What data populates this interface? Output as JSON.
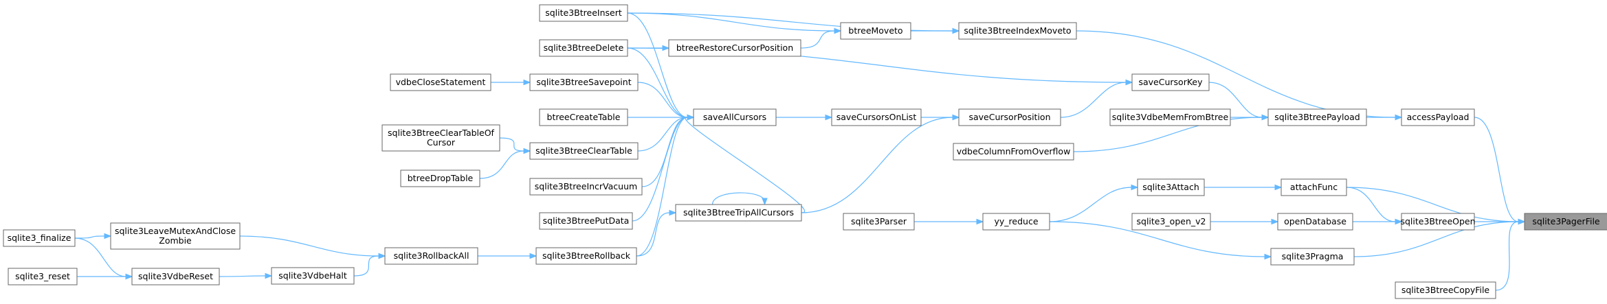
{
  "graph": {
    "nodes": [
      {
        "id": "sqlite3PagerFile",
        "lines": [
          "sqlite3PagerFile"
        ],
        "highlight": true
      },
      {
        "id": "accessPayload",
        "lines": [
          "accessPayload"
        ]
      },
      {
        "id": "sqlite3BtreeIndexMoveto",
        "lines": [
          "sqlite3BtreeIndexMoveto"
        ]
      },
      {
        "id": "btreeMoveto",
        "lines": [
          "btreeMoveto"
        ]
      },
      {
        "id": "sqlite3BtreeInsert",
        "lines": [
          "sqlite3BtreeInsert"
        ]
      },
      {
        "id": "btreeRestoreCursorPosition",
        "lines": [
          "btreeRestoreCursorPosition"
        ]
      },
      {
        "id": "sqlite3BtreeDelete",
        "lines": [
          "sqlite3BtreeDelete"
        ]
      },
      {
        "id": "sqlite3BtreePayload",
        "lines": [
          "sqlite3BtreePayload"
        ]
      },
      {
        "id": "saveCursorKey",
        "lines": [
          "saveCursorKey"
        ]
      },
      {
        "id": "saveCursorPosition",
        "lines": [
          "saveCursorPosition"
        ]
      },
      {
        "id": "saveCursorsOnList",
        "lines": [
          "saveCursorsOnList"
        ]
      },
      {
        "id": "saveAllCursors",
        "lines": [
          "saveAllCursors"
        ]
      },
      {
        "id": "sqlite3BtreeSavepoint",
        "lines": [
          "sqlite3BtreeSavepoint"
        ]
      },
      {
        "id": "vdbeCloseStatement",
        "lines": [
          "vdbeCloseStatement"
        ]
      },
      {
        "id": "btreeCreateTable",
        "lines": [
          "btreeCreateTable"
        ]
      },
      {
        "id": "sqlite3BtreeClearTable",
        "lines": [
          "sqlite3BtreeClearTable"
        ]
      },
      {
        "id": "sqlite3BtreeClearTableOfCursor",
        "lines": [
          "sqlite3BtreeClearTableOf",
          "Cursor"
        ]
      },
      {
        "id": "btreeDropTable",
        "lines": [
          "btreeDropTable"
        ]
      },
      {
        "id": "sqlite3BtreeIncrVacuum",
        "lines": [
          "sqlite3BtreeIncrVacuum"
        ]
      },
      {
        "id": "sqlite3BtreePutData",
        "lines": [
          "sqlite3BtreePutData"
        ]
      },
      {
        "id": "sqlite3BtreeTripAllCursors",
        "lines": [
          "sqlite3BtreeTripAllCursors"
        ]
      },
      {
        "id": "sqlite3BtreeRollback",
        "lines": [
          "sqlite3BtreeRollback"
        ]
      },
      {
        "id": "sqlite3RollbackAll",
        "lines": [
          "sqlite3RollbackAll"
        ]
      },
      {
        "id": "sqlite3VdbeHalt",
        "lines": [
          "sqlite3VdbeHalt"
        ]
      },
      {
        "id": "sqlite3VdbeReset",
        "lines": [
          "sqlite3VdbeReset"
        ]
      },
      {
        "id": "sqlite3LeaveMutexAndCloseZombie",
        "lines": [
          "sqlite3LeaveMutexAndClose",
          "Zombie"
        ]
      },
      {
        "id": "sqlite3_finalize",
        "lines": [
          "sqlite3_finalize"
        ]
      },
      {
        "id": "sqlite3_reset",
        "lines": [
          "sqlite3_reset"
        ]
      },
      {
        "id": "sqlite3VdbeMemFromBtree",
        "lines": [
          "sqlite3VdbeMemFromBtree"
        ]
      },
      {
        "id": "vdbeColumnFromOverflow",
        "lines": [
          "vdbeColumnFromOverflow"
        ]
      },
      {
        "id": "sqlite3BtreeOpen",
        "lines": [
          "sqlite3BtreeOpen"
        ]
      },
      {
        "id": "attachFunc",
        "lines": [
          "attachFunc"
        ]
      },
      {
        "id": "sqlite3Attach",
        "lines": [
          "sqlite3Attach"
        ]
      },
      {
        "id": "yy_reduce",
        "lines": [
          "yy_reduce"
        ]
      },
      {
        "id": "sqlite3Parser",
        "lines": [
          "sqlite3Parser"
        ]
      },
      {
        "id": "openDatabase",
        "lines": [
          "openDatabase"
        ]
      },
      {
        "id": "sqlite3_open_v2",
        "lines": [
          "sqlite3_open_v2"
        ]
      },
      {
        "id": "sqlite3Pragma",
        "lines": [
          "sqlite3Pragma"
        ]
      },
      {
        "id": "sqlite3BtreeCopyFile",
        "lines": [
          "sqlite3BtreeCopyFile"
        ]
      }
    ],
    "edges": [
      {
        "from": "accessPayload",
        "to": "sqlite3PagerFile"
      },
      {
        "from": "sqlite3BtreeOpen",
        "to": "sqlite3PagerFile"
      },
      {
        "from": "sqlite3Pragma",
        "to": "sqlite3PagerFile"
      },
      {
        "from": "sqlite3BtreeCopyFile",
        "to": "sqlite3PagerFile"
      },
      {
        "from": "attachFunc",
        "to": "sqlite3PagerFile"
      },
      {
        "from": "sqlite3BtreeIndexMoveto",
        "to": "accessPayload"
      },
      {
        "from": "sqlite3BtreePayload",
        "to": "accessPayload"
      },
      {
        "from": "btreeMoveto",
        "to": "sqlite3BtreeIndexMoveto"
      },
      {
        "from": "sqlite3BtreeInsert",
        "to": "sqlite3BtreeIndexMoveto"
      },
      {
        "from": "sqlite3BtreeInsert",
        "to": "btreeMoveto"
      },
      {
        "from": "btreeRestoreCursorPosition",
        "to": "btreeMoveto"
      },
      {
        "from": "sqlite3BtreeDelete",
        "to": "btreeRestoreCursorPosition"
      },
      {
        "from": "saveCursorKey",
        "to": "sqlite3BtreePayload"
      },
      {
        "from": "sqlite3VdbeMemFromBtree",
        "to": "sqlite3BtreePayload"
      },
      {
        "from": "vdbeColumnFromOverflow",
        "to": "sqlite3BtreePayload"
      },
      {
        "from": "saveCursorPosition",
        "to": "saveCursorKey"
      },
      {
        "from": "sqlite3BtreeDelete",
        "to": "saveCursorKey"
      },
      {
        "from": "saveCursorsOnList",
        "to": "saveCursorPosition"
      },
      {
        "from": "sqlite3BtreeTripAllCursors",
        "to": "saveCursorPosition"
      },
      {
        "from": "saveAllCursors",
        "to": "saveCursorsOnList"
      },
      {
        "from": "sqlite3BtreeInsert",
        "to": "saveAllCursors"
      },
      {
        "from": "sqlite3BtreeDelete",
        "to": "saveAllCursors"
      },
      {
        "from": "sqlite3BtreeSavepoint",
        "to": "saveAllCursors"
      },
      {
        "from": "btreeCreateTable",
        "to": "saveAllCursors"
      },
      {
        "from": "sqlite3BtreeClearTable",
        "to": "saveAllCursors"
      },
      {
        "from": "sqlite3BtreeIncrVacuum",
        "to": "saveAllCursors"
      },
      {
        "from": "sqlite3BtreePutData",
        "to": "saveAllCursors"
      },
      {
        "from": "sqlite3BtreeTripAllCursors",
        "to": "saveAllCursors"
      },
      {
        "from": "sqlite3BtreeRollback",
        "to": "saveAllCursors"
      },
      {
        "from": "vdbeCloseStatement",
        "to": "sqlite3BtreeSavepoint"
      },
      {
        "from": "sqlite3BtreeClearTableOfCursor",
        "to": "sqlite3BtreeClearTable"
      },
      {
        "from": "btreeDropTable",
        "to": "sqlite3BtreeClearTable"
      },
      {
        "from": "sqlite3BtreeTripAllCursors",
        "to": "sqlite3BtreeTripAllCursors"
      },
      {
        "from": "sqlite3BtreeRollback",
        "to": "sqlite3BtreeTripAllCursors"
      },
      {
        "from": "sqlite3RollbackAll",
        "to": "sqlite3BtreeRollback"
      },
      {
        "from": "sqlite3LeaveMutexAndCloseZombie",
        "to": "sqlite3RollbackAll"
      },
      {
        "from": "sqlite3VdbeHalt",
        "to": "sqlite3RollbackAll"
      },
      {
        "from": "sqlite3VdbeReset",
        "to": "sqlite3VdbeHalt"
      },
      {
        "from": "sqlite3_finalize",
        "to": "sqlite3LeaveMutexAndCloseZombie"
      },
      {
        "from": "sqlite3_finalize",
        "to": "sqlite3VdbeReset"
      },
      {
        "from": "sqlite3_reset",
        "to": "sqlite3VdbeReset"
      },
      {
        "from": "attachFunc",
        "to": "sqlite3BtreeOpen"
      },
      {
        "from": "openDatabase",
        "to": "sqlite3BtreeOpen"
      },
      {
        "from": "sqlite3Attach",
        "to": "attachFunc"
      },
      {
        "from": "yy_reduce",
        "to": "sqlite3Attach"
      },
      {
        "from": "yy_reduce",
        "to": "sqlite3Pragma"
      },
      {
        "from": "sqlite3Parser",
        "to": "yy_reduce"
      },
      {
        "from": "sqlite3_open_v2",
        "to": "openDatabase"
      }
    ]
  }
}
